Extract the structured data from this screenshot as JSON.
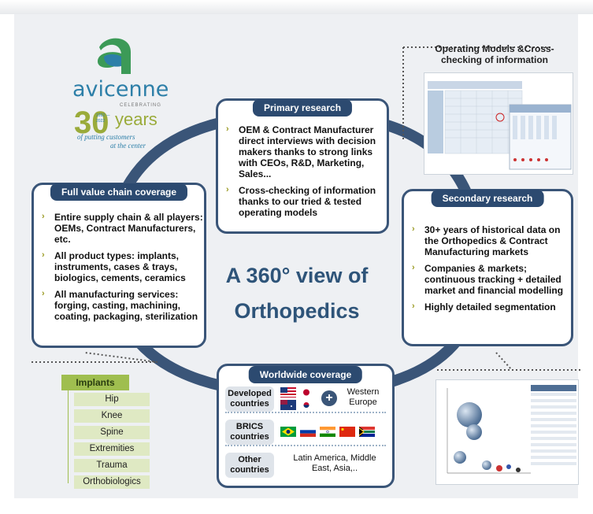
{
  "logo": {
    "brand": "avicenne",
    "celebrating": "CELEBRATING",
    "years_number": "30",
    "years_word": "years",
    "span": "1992 — 2022",
    "tagline_1": "of putting customers",
    "tagline_2": "at the center"
  },
  "center": {
    "line1": "A 360° view of",
    "line2": "Orthopedics"
  },
  "primary": {
    "title": "Primary research",
    "bullets": [
      "OEM & Contract Manufacturer direct interviews with decision makers thanks to strong links with CEOs, R&D, Marketing, Sales...",
      "Cross-checking of information thanks to our tried & tested operating models"
    ]
  },
  "full_value": {
    "title": "Full value chain coverage",
    "bullets": [
      "Entire supply chain & all players: OEMs, Contract Manufacturers, etc.",
      "All product types: implants, instruments, cases & trays, biologics, cements, ceramics",
      "All manufacturing services: forging, casting, machining, coating, packaging, sterilization"
    ]
  },
  "secondary": {
    "title": "Secondary research",
    "bullets": [
      "30+ years of historical data on the Orthopedics & Contract Manufacturing markets",
      "Companies & markets; continuous tracking + detailed market and financial modelling",
      "Highly detailed segmentation"
    ]
  },
  "operating_models": {
    "title_1": "Operating Models &Cross-",
    "title_2": "checking of information"
  },
  "worldwide": {
    "title": "Worldwide coverage",
    "rows": [
      {
        "label": "Developed countries",
        "extra": "Western Europe"
      },
      {
        "label": "BRICS countries",
        "extra": ""
      },
      {
        "label": "Other countries",
        "extra": "Latin America, Middle East, Asia,.."
      }
    ]
  },
  "implants": {
    "title": "Implants",
    "items": [
      "Hip",
      "Knee",
      "Spine",
      "Extremities",
      "Trauma",
      "Orthobiologics"
    ]
  },
  "colors": {
    "navy": "#2c4a70",
    "border": "#3a5578",
    "title_blue": "#2e5479",
    "implant_green": "#9fbe4f",
    "implant_light": "#dfe9c3"
  }
}
